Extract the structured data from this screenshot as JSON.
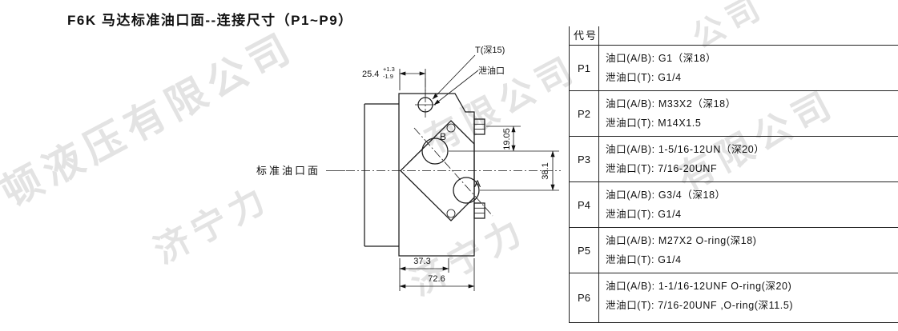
{
  "title": "F6K 马达标准油口面--连接尺寸（P1~P9）",
  "drawing": {
    "face_label": "标准油口面",
    "port_b_label": "B",
    "port_a_label": "A",
    "t_label": "T(深15)",
    "drain_label": "泄油口",
    "dim_25_4": "25.4",
    "dim_25_4_tol_plus": "+1.3",
    "dim_25_4_tol_minus": "-1.9",
    "dim_19_05": "19.05",
    "dim_38_1": "38.1",
    "dim_37_3": "37.3",
    "dim_72_6": "72.6"
  },
  "table": {
    "header": "代号",
    "rows": [
      {
        "code": "P1",
        "line1": "油口(A/B): G1（深18）",
        "line2": "泄油口(T): G1/4"
      },
      {
        "code": "P2",
        "line1": "油口(A/B): M33X2（深18）",
        "line2": "泄油口(T): M14X1.5"
      },
      {
        "code": "P3",
        "line1": "油口(A/B): 1-5/16-12UN（深20）",
        "line2": "泄油口(T): 7/16-20UNF"
      },
      {
        "code": "P4",
        "line1": "油口(A/B): G3/4（深18）",
        "line2": "泄油口(T): G1/4"
      },
      {
        "code": "P5",
        "line1": "油口(A/B): M27X2 O-ring(深18)",
        "line2": "泄油口(T): G1/4"
      },
      {
        "code": "P6",
        "line1": "油口(A/B): 1-1/16-12UNF O-ring(深20)",
        "line2": "泄油口(T): 7/16-20UNF ,O-ring(深11.5)"
      }
    ]
  },
  "watermarks": [
    "顿液压有限公司",
    "济宁力",
    "有限公司",
    "济宁力",
    "有限公司",
    "公司"
  ]
}
